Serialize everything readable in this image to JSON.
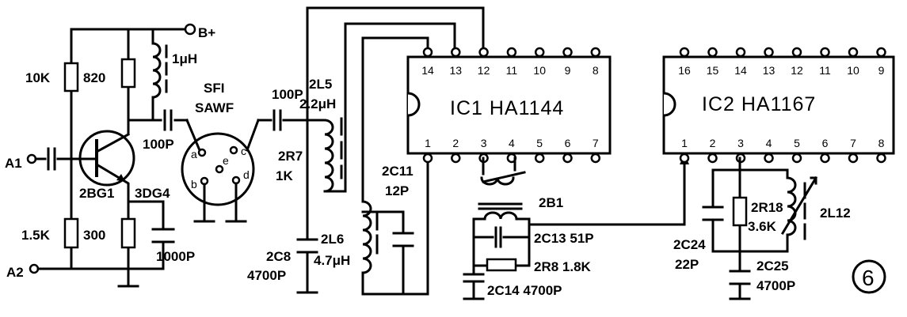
{
  "supply": {
    "label": "B+"
  },
  "inputs": {
    "a1": "A1",
    "a2": "A2"
  },
  "resistors": {
    "r_10k": "10K",
    "r_820": "820",
    "r_15k": "1.5K",
    "r_300": "300",
    "r_2r7_name": "2R7",
    "r_2r7_value": "1K",
    "r_2r8": "2R8 1.8K",
    "r_2r18_name": "2R18",
    "r_2r18_value": "3.6K"
  },
  "inductors": {
    "l_1uh": "1μH",
    "l_2l5_name": "2L5",
    "l_2l5_value": "2.2μH",
    "l_2l6_name": "2L6",
    "l_2l6_value": "4.7μH",
    "l_2l12": "2L12",
    "b_2b1": "2B1"
  },
  "capacitors": {
    "c_100p_a": "100P",
    "c_100p_b": "100P",
    "c_1000p": "1000P",
    "c_2c8_name": "2C8",
    "c_2c8_value": "4700P",
    "c_2c11_name": "2C11",
    "c_2c11_value": "12P",
    "c_2c13": "2C13 51P",
    "c_2c14": "2C14 4700P",
    "c_2c24_name": "2C24",
    "c_2c24_value": "22P",
    "c_2c25_name": "2C25",
    "c_2c25_value": "4700P"
  },
  "transistor": {
    "name": "2BG1",
    "type": "3DG4"
  },
  "saw_filter": {
    "name_line1": "SFI",
    "name_line2": "SAWF",
    "pin_a": "a",
    "pin_b": "b",
    "pin_c": "c",
    "pin_d": "d",
    "pin_e": "e"
  },
  "ic1": {
    "label": "IC1  HA1144",
    "top_pins": [
      "14",
      "13",
      "12",
      "11",
      "10",
      "9",
      "8"
    ],
    "bottom_pins": [
      "1",
      "2",
      "3",
      "4",
      "5",
      "6",
      "7"
    ]
  },
  "ic2": {
    "label": "IC2  HA1167",
    "top_pins": [
      "16",
      "15",
      "14",
      "13",
      "12",
      "11",
      "10",
      "9"
    ],
    "bottom_pins": [
      "1",
      "2",
      "3",
      "4",
      "5",
      "6",
      "7",
      "8"
    ]
  },
  "figure_number": "6"
}
